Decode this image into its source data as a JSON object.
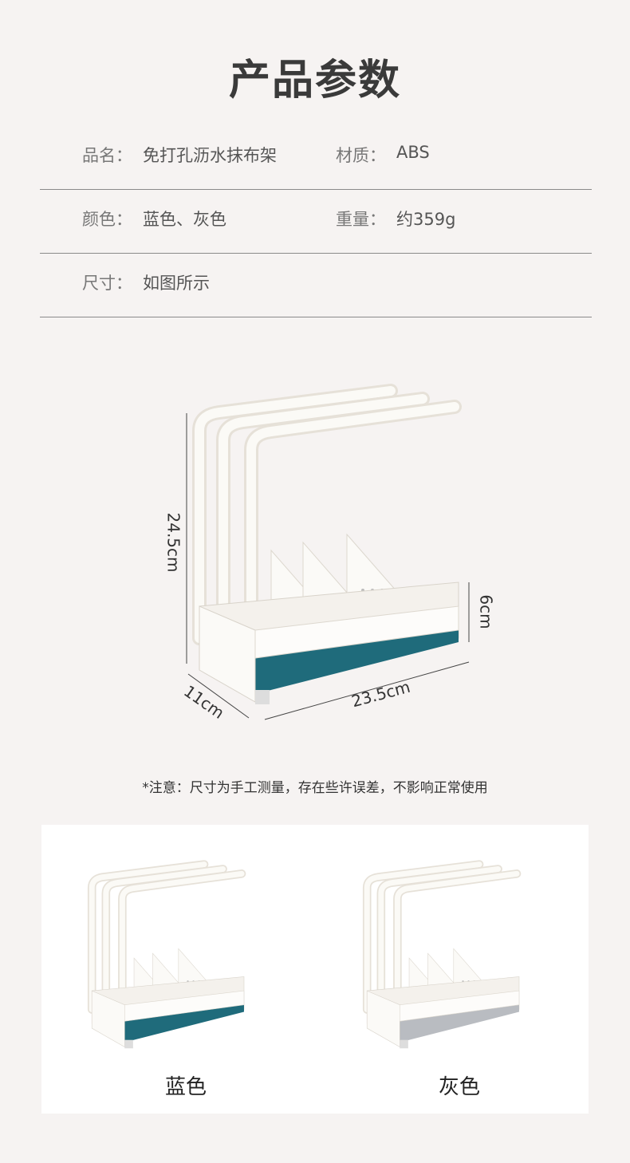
{
  "title": "产品参数",
  "specs": [
    {
      "label": "品名：",
      "value": "免打孔沥水抹布架",
      "label2": "材质：",
      "value2": "ABS"
    },
    {
      "label": "颜色：",
      "value": "蓝色、灰色",
      "label2": "重量：",
      "value2": "约359g"
    },
    {
      "label": "尺寸：",
      "value": "如图所示"
    }
  ],
  "dimensions": {
    "height": "24.5cm",
    "base_height": "6cm",
    "depth": "11cm",
    "width": "23.5cm"
  },
  "note": "*注意：尺寸为手工测量，存在些许误差，不影响正常使用",
  "variants": [
    {
      "label": "蓝色",
      "color": "#1f6b7b"
    },
    {
      "label": "灰色",
      "color": "#b9bcc1"
    }
  ],
  "main_color": "#1f6b7b"
}
